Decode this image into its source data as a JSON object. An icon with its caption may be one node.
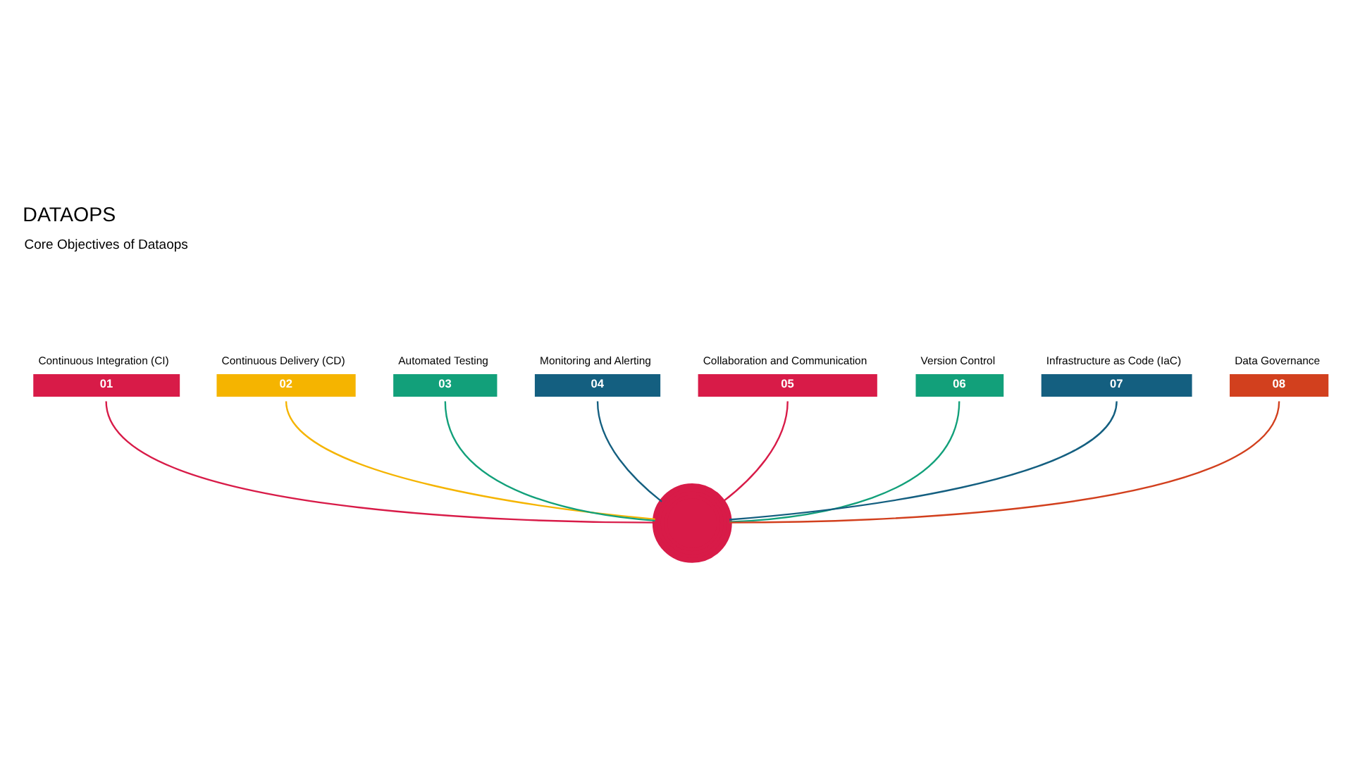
{
  "diagram": {
    "title": "DATAOPS",
    "nodes": [
      {
        "text": [
          "01"
        ],
        "beside": [
          "Continuous Integration (CI)"
        ]
      },
      {
        "text": [
          "02"
        ],
        "beside": [
          "Continuous Delivery (CD)"
        ]
      },
      {
        "text": [
          "03"
        ],
        "beside": [
          "Automated Testing"
        ]
      },
      {
        "text": [
          "04"
        ],
        "beside": [
          "Monitoring and Alerting"
        ]
      },
      {
        "text": [
          "05"
        ],
        "beside": [
          "Collaboration and Communication"
        ]
      },
      {
        "text": [
          "06"
        ],
        "beside": [
          "Version Control"
        ]
      },
      {
        "text": [
          "07"
        ],
        "beside": [
          "Infrastructure as Code (IaC)"
        ]
      },
      {
        "text": [
          "08"
        ],
        "beside": [
          "Data Governance"
        ]
      },
      {
        "text": [],
        "shape": "circle"
      }
    ],
    "edges": [
      {
        "from": 0,
        "to": 8,
        "arrow": "none",
        "color": "#d81b48"
      },
      {
        "from": 1,
        "to": 8,
        "arrow": "none",
        "color": "#f5b400"
      },
      {
        "from": 2,
        "to": 8,
        "arrow": "none",
        "color": "#12a07a"
      },
      {
        "from": 3,
        "to": 8,
        "arrow": "none",
        "color": "#145f80"
      },
      {
        "from": 4,
        "to": 8,
        "arrow": "none",
        "color": "#d81b48"
      },
      {
        "from": 5,
        "to": 8,
        "arrow": "none",
        "color": "#12a07a"
      },
      {
        "from": 6,
        "to": 8,
        "arrow": "none",
        "color": "#145f80"
      },
      {
        "from": 7,
        "to": 8,
        "arrow": "none",
        "color": "#d2401e"
      }
    ],
    "labels": [
      "Core Objectives of Dataops"
    ]
  }
}
